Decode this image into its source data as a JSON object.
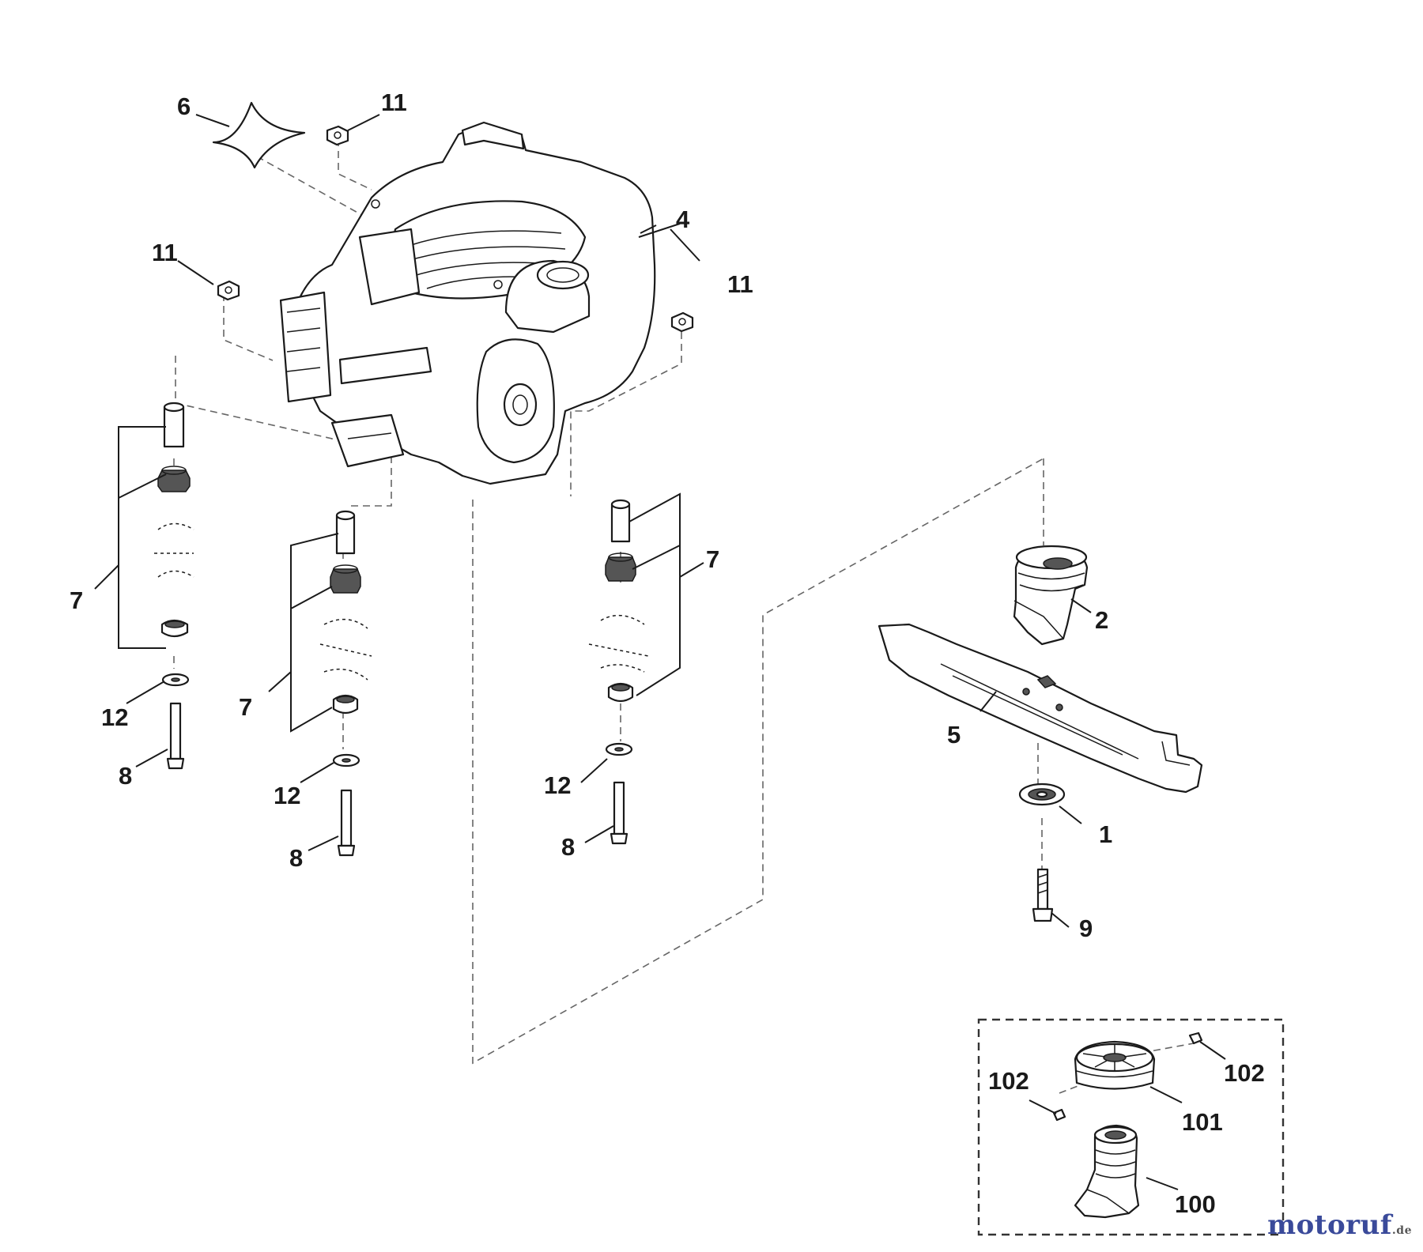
{
  "callouts": {
    "c1": "1",
    "c2": "2",
    "c4": "4",
    "c5": "5",
    "c6": "6",
    "c7": "7",
    "c8": "8",
    "c9": "9",
    "c11": "11",
    "c12": "12",
    "c100": "100",
    "c101": "101",
    "c102": "102"
  },
  "watermark": {
    "text": "motoruf",
    "suffix": ".de"
  }
}
